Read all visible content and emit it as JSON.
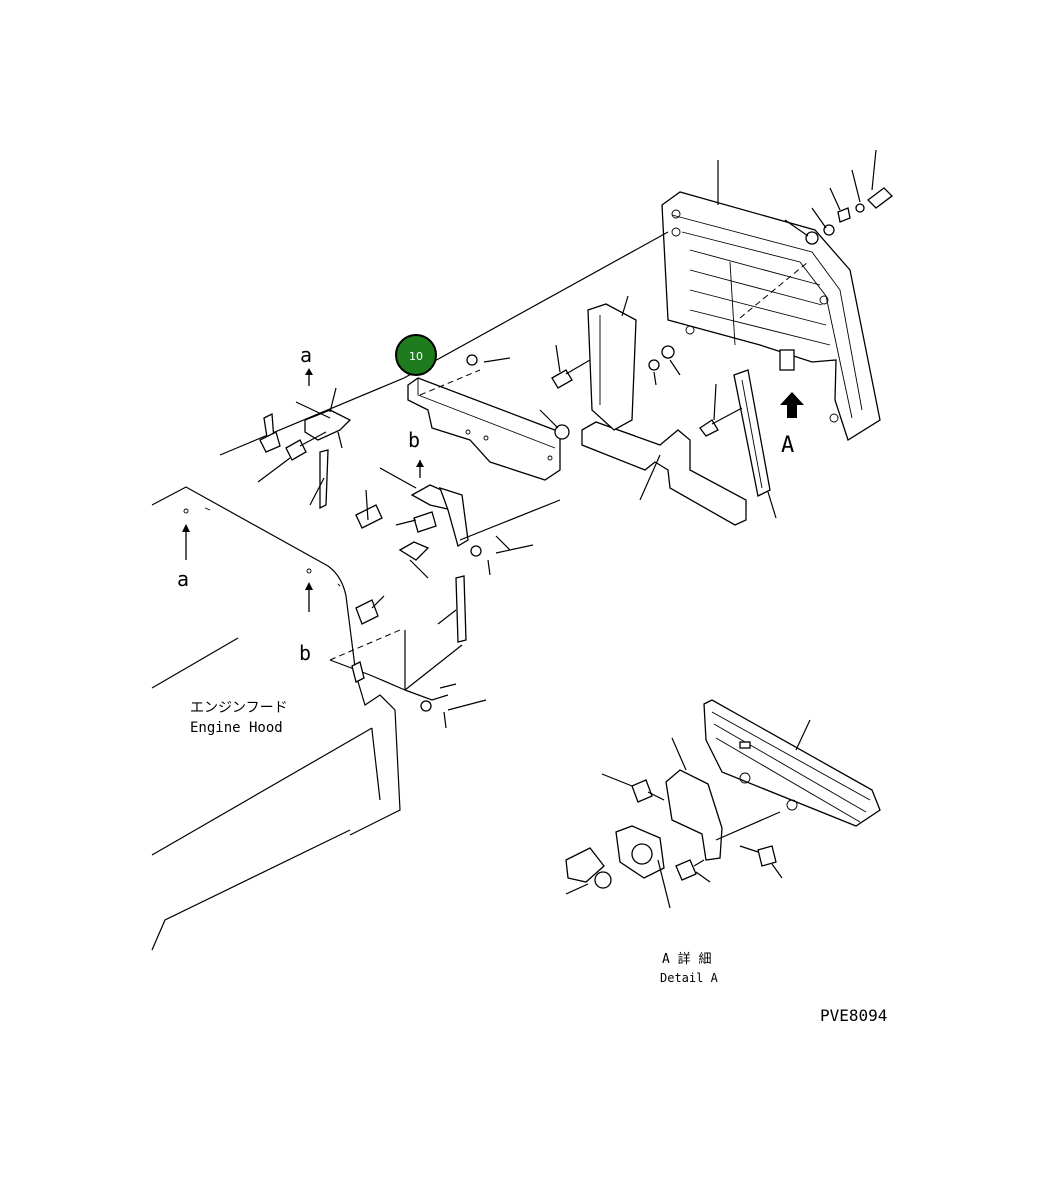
{
  "callout": {
    "number": "10",
    "color": "#1e7b1e"
  },
  "labels": {
    "a_top": "a",
    "b_top": "b",
    "a_left": "a",
    "b_left": "b",
    "view_A": "A",
    "engine_hood_jp": "エンジンフード",
    "engine_hood_en": "Engine Hood",
    "detail_jp": "A 詳 細",
    "detail_en": "Detail A",
    "drawing_code": "PVE8094"
  },
  "icons": {
    "view_arrow": "up-arrow-icon"
  }
}
